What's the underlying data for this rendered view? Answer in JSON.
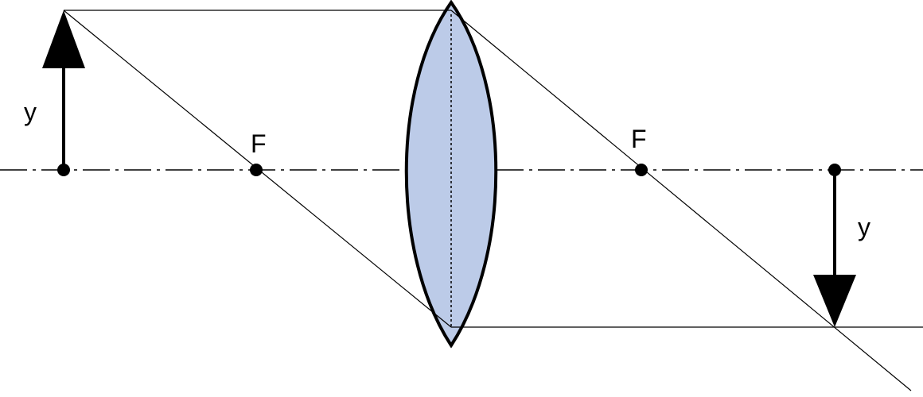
{
  "diagram": {
    "labels": {
      "object_height": "y",
      "image_height": "y",
      "focal_point_left": "F",
      "focal_point_right": "F"
    },
    "colors": {
      "lens_fill": "#bccbe8",
      "line": "#000000",
      "background": "#ffffff"
    }
  }
}
